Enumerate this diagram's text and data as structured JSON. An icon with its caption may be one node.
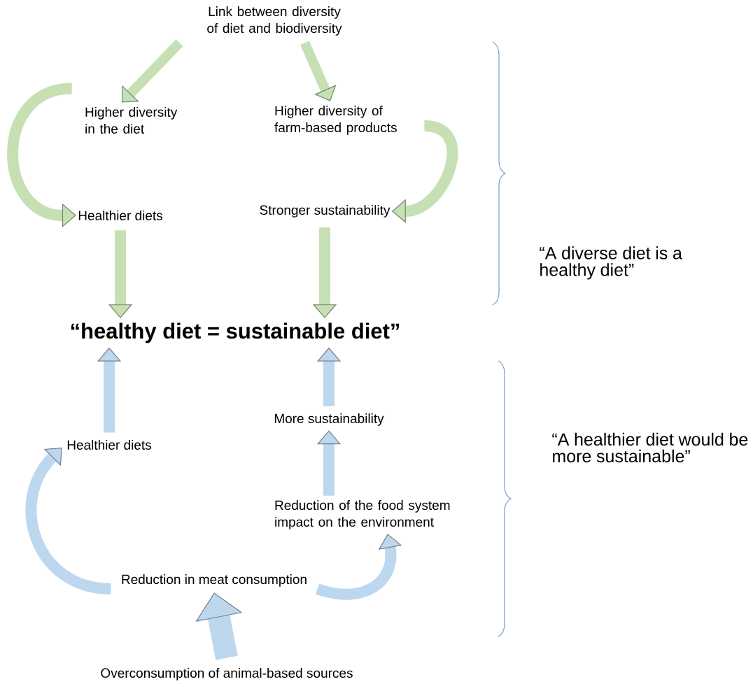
{
  "diagram": {
    "nodes": [
      {
        "text": [
          "Link between diversity of diet and biodiversity"
        ]
      },
      {
        "text": [
          "Higher diversity in the diet"
        ]
      },
      {
        "text": [
          "Higher diversity of farm-based products"
        ]
      },
      {
        "text": [
          "Healthier diets"
        ]
      },
      {
        "text": [
          "Stronger sustainability"
        ]
      },
      {
        "text": [
          "“healthy diet = sustainable diet”"
        ]
      },
      {
        "text": [
          "Healthier diets"
        ]
      },
      {
        "text": [
          "More sustainability"
        ]
      },
      {
        "text": [
          "Reduction of the food system impact on the environment"
        ]
      },
      {
        "text": [
          "Reduction in meat consumption"
        ]
      },
      {
        "text": [
          "Overconsumption of animal-based sources"
        ]
      }
    ],
    "edges": [
      {
        "from": 0,
        "to": 1,
        "arrow": "to"
      },
      {
        "from": 0,
        "to": 2,
        "arrow": "to"
      },
      {
        "from": 1,
        "to": 3,
        "arrow": "to"
      },
      {
        "from": 2,
        "to": 4,
        "arrow": "to"
      },
      {
        "from": 3,
        "to": 5,
        "arrow": "to"
      },
      {
        "from": 4,
        "to": 5,
        "arrow": "to"
      },
      {
        "from": 6,
        "to": 5,
        "arrow": "to",
        "color": "#bdd7ee"
      },
      {
        "from": 7,
        "to": 5,
        "arrow": "to",
        "color": "#bdd7ee"
      },
      {
        "from": 8,
        "to": 7,
        "arrow": "to",
        "color": "#bdd7ee"
      },
      {
        "from": 9,
        "to": 6,
        "arrow": "to",
        "color": "#bdd7ee"
      },
      {
        "from": 9,
        "to": 8,
        "arrow": "to",
        "color": "#bdd7ee"
      },
      {
        "from": 10,
        "to": 9,
        "arrow": "to",
        "style": "thick",
        "color": "#bdd7ee"
      }
    ],
    "labels": [
      "“A diverse diet is a healthy diet”",
      "“A healthier diet would be more sustainable”"
    ]
  }
}
